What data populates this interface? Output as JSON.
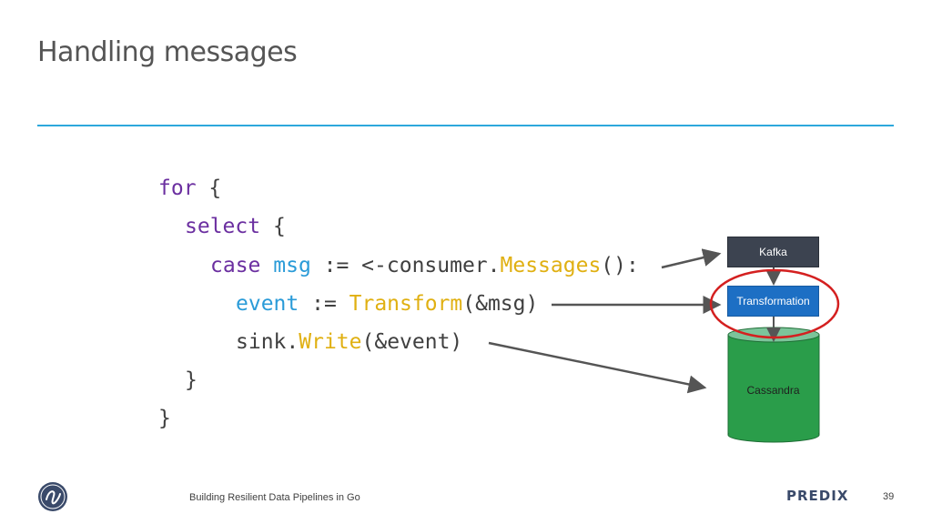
{
  "slide": {
    "title": "Handling messages",
    "footer_text": "Building Resilient Data Pipelines in Go",
    "page_number": "39",
    "brand": "PREDIX",
    "accent_color": "#2da8dc",
    "logo_icon": "ge-monogram-icon"
  },
  "code": {
    "lines": [
      [
        {
          "t": "for",
          "c": "kw"
        },
        {
          "t": " {",
          "c": ""
        }
      ],
      [
        {
          "t": "select",
          "c": "kw"
        },
        {
          "t": " {",
          "c": ""
        }
      ],
      [
        {
          "t": "case",
          "c": "kw"
        },
        {
          "t": " ",
          "c": ""
        },
        {
          "t": "msg",
          "c": "ident"
        },
        {
          "t": " := <-consumer.",
          "c": ""
        },
        {
          "t": "Messages",
          "c": "fn"
        },
        {
          "t": "():",
          "c": ""
        }
      ],
      [
        {
          "t": "event",
          "c": "ident"
        },
        {
          "t": " := ",
          "c": ""
        },
        {
          "t": "Transform",
          "c": "fn"
        },
        {
          "t": "(&msg)",
          "c": ""
        }
      ],
      [
        {
          "t": "sink.",
          "c": ""
        },
        {
          "t": "Write",
          "c": "fn"
        },
        {
          "t": "(&event)",
          "c": ""
        }
      ],
      [
        {
          "t": "}",
          "c": ""
        }
      ],
      [
        {
          "t": "}",
          "c": ""
        }
      ]
    ]
  },
  "diagram": {
    "kafka_label": "Kafka",
    "transformation_label": "Transformation",
    "cassandra_label": "Cassandra",
    "highlight_color": "#d42020",
    "cassandra_color": "#2a9d4a"
  }
}
